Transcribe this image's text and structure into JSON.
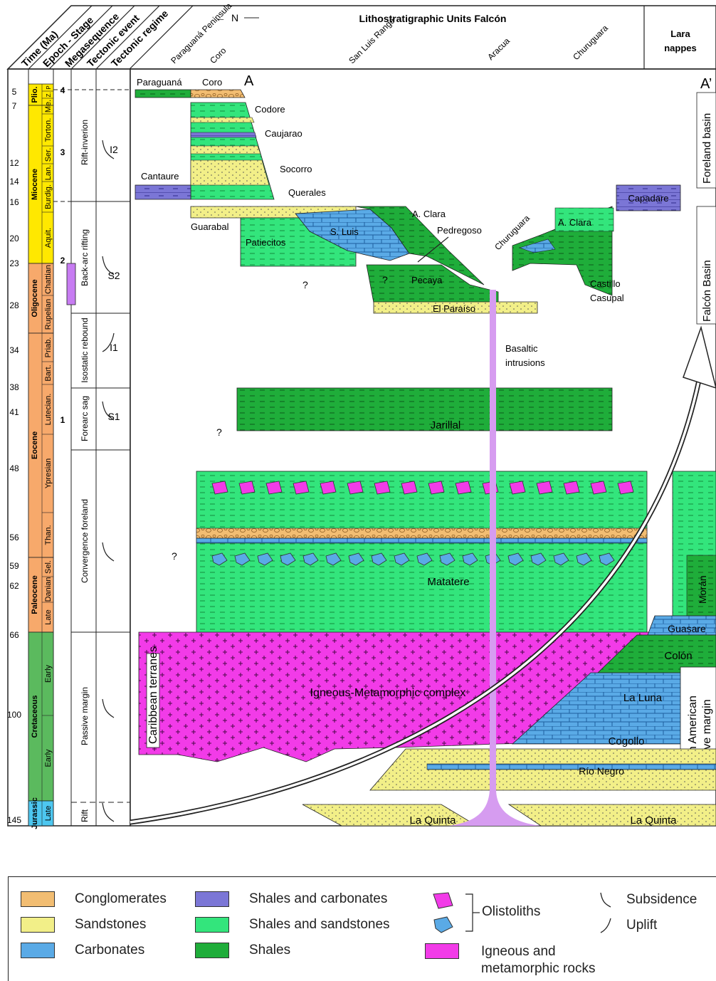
{
  "header": {
    "time_ma": "Time (Ma)",
    "epoch_stage": "Epoch - Stage",
    "megasequence": "Megasequence",
    "tectonic_event": "Tectonic event",
    "tectonic_regime": "Tectonic regime",
    "arrow_n": "N",
    "title": "Lithostratigraphic Units Falcón",
    "columns": [
      "Paraguaná Peninsula",
      "Coro",
      "San Luis Range",
      "Aracua",
      "Churuguara"
    ],
    "lara_line1": "Lara",
    "lara_line2": "nappes"
  },
  "time_ticks": [
    "5",
    "7",
    "12",
    "14",
    "16",
    "20",
    "23",
    "28",
    "34",
    "38",
    "41",
    "48",
    "56",
    "59",
    "62",
    "66",
    "100",
    "145"
  ],
  "epochs": [
    "Plio.",
    "Miocene",
    "Oligocene",
    "Eocene",
    "Paleocene",
    "Cretaceous",
    "Jurassic"
  ],
  "stages": [
    "P",
    "Z.",
    "Me.",
    "Torton.",
    "Ser.",
    "Lan.",
    "Burdig.",
    "Aquit.",
    "Chattian",
    "Rupelian",
    "Priab.",
    "Bart.",
    "Lutecian.",
    "Ypresian",
    "Than.",
    "Sel.",
    "Danian",
    "Late",
    "Early",
    "Late"
  ],
  "megasequences": [
    "4",
    "3",
    "2",
    "1"
  ],
  "tectonic_events": [
    "Rift-inverion",
    "Back-arc rifting",
    "Isostatic rebound",
    "Forearc sag",
    "Convergence foreland",
    "Passive margin",
    "Rift"
  ],
  "regime_labels": [
    "I2",
    "S2",
    "I1",
    "S1"
  ],
  "section_markers": [
    "A",
    "A’"
  ],
  "units": {
    "paraguana": "Paraguaná",
    "coro": "Coro",
    "codore": "Codore",
    "caujarao": "Caujarao",
    "socorro": "Socorro",
    "querales": "Querales",
    "cantaure": "Cantaure",
    "capadare": "Capadare",
    "guarabal": "Guarabal",
    "patiecitos": "Patiecitos",
    "sluis": "S. Luis",
    "aclara1": "A. Clara",
    "aclara2": "A. Clara",
    "pedregoso": "Pedregoso",
    "churuguara": "Churuguara",
    "pecaya": "Pecaya",
    "elparaiso": "El Paraíso",
    "castillo": "Castillo",
    "casupal": "Casupal",
    "basaltic1": "Basaltic",
    "basaltic2": "intrusions",
    "jarillal": "Jarillal",
    "matatere": "Matatere",
    "moran": "Morán",
    "guasare": "Guasare",
    "colon": "Colón",
    "laluna": "La Luna",
    "cogollo": "Cogollo",
    "rionegro": "Río Negro",
    "laquinta1": "La Quinta",
    "laquinta2": "La Quinta",
    "igneous": "Igneous-Metamorphic complex",
    "caribbean": "Caribbean terranes",
    "sam1": "South American",
    "sam2": "passive margin",
    "foreland": "Foreland basin",
    "falcon": "Falcón Basin",
    "q": "?"
  },
  "legend": {
    "conglomerates": "Conglomerates",
    "sandstones": "Sandstones",
    "carbonates": "Carbonates",
    "shales_carbonates": "Shales and carbonates",
    "shales_sandstones": "Shales and sandstones",
    "shales": "Shales",
    "olistoliths": "Olistoliths",
    "igneous1": "Igneous and",
    "igneous2": "metamorphic rocks",
    "subsidence": "Subsidence",
    "uplift": "Uplift"
  },
  "colors": {
    "shales": "#1fad3a",
    "shales_sandstones": "#33e57c",
    "sandstones": "#f2ef88",
    "carbonates": "#5aaae6",
    "shales_carbonates": "#7b76d6",
    "conglomerates": "#f2bd72",
    "igneous": "#f23be8",
    "intrusion": "#d69cf0",
    "miocene": "#ffe800",
    "oligo_eocene": "#f7a96b",
    "cretaceous": "#5bba5e",
    "jurassic": "#4dc7f0"
  }
}
